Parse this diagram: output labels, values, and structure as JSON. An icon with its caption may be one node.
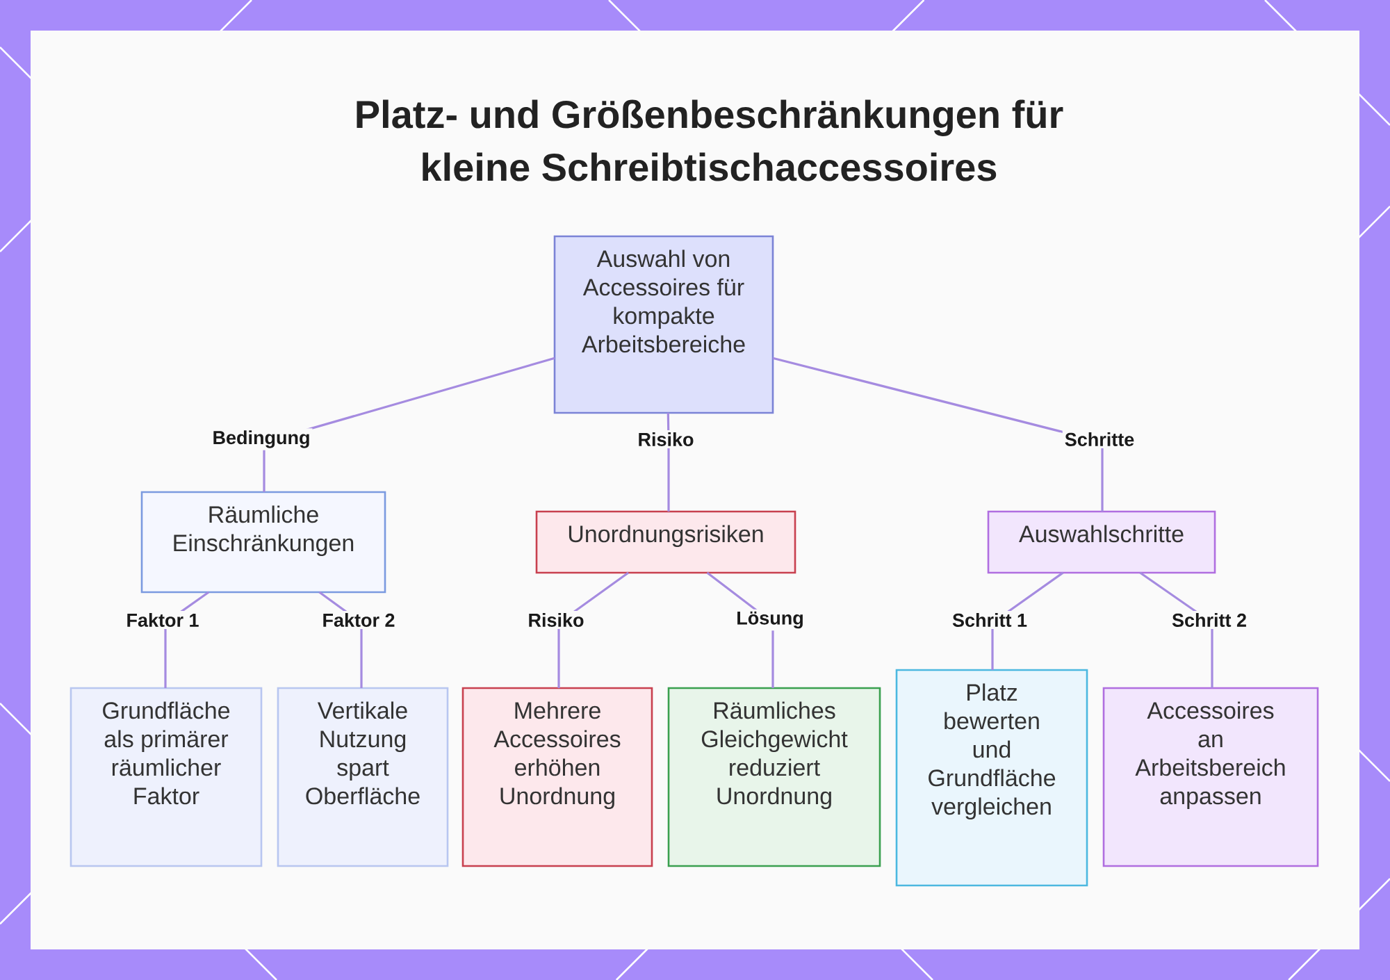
{
  "diagram": {
    "title": "Platz- und Größenbeschränkungen für kleine Schreibtischaccessoires",
    "nodes": [
      {
        "text": [
          "Auswahl von Accessoires für kompakte Arbeitsbereiche"
        ]
      },
      {
        "text": [
          "Räumliche Einschränkungen"
        ]
      },
      {
        "text": [
          "Unordnungsrisiken"
        ]
      },
      {
        "text": [
          "Auswahlschritte"
        ]
      },
      {
        "text": [
          "Grundfläche als primärer räumlicher Faktor"
        ]
      },
      {
        "text": [
          "Vertikale Nutzung spart Oberfläche"
        ]
      },
      {
        "text": [
          "Mehrere Accessoires erhöhen Unordnung"
        ]
      },
      {
        "text": [
          "Räumliches Gleichgewicht reduziert Unordnung"
        ]
      },
      {
        "text": [
          "Platz bewerten und Grundfläche vergleichen"
        ]
      },
      {
        "text": [
          "Accessoires an Arbeitsbereich anpassen"
        ]
      }
    ],
    "edges": [
      {
        "from": 0,
        "to": 1,
        "arrow": "none",
        "label": "Bedingung"
      },
      {
        "from": 0,
        "to": 2,
        "arrow": "none",
        "label": "Risiko"
      },
      {
        "from": 0,
        "to": 3,
        "arrow": "none",
        "label": "Schritte"
      },
      {
        "from": 1,
        "to": 4,
        "arrow": "none",
        "label": "Faktor 1"
      },
      {
        "from": 1,
        "to": 5,
        "arrow": "none",
        "label": "Faktor 2"
      },
      {
        "from": 2,
        "to": 6,
        "arrow": "none",
        "label": "Risiko"
      },
      {
        "from": 2,
        "to": 7,
        "arrow": "none",
        "label": "Lösung"
      },
      {
        "from": 3,
        "to": 8,
        "arrow": "none",
        "label": "Schritt 1"
      },
      {
        "from": 3,
        "to": 9,
        "arrow": "none",
        "label": "Schritt 2"
      }
    ]
  }
}
